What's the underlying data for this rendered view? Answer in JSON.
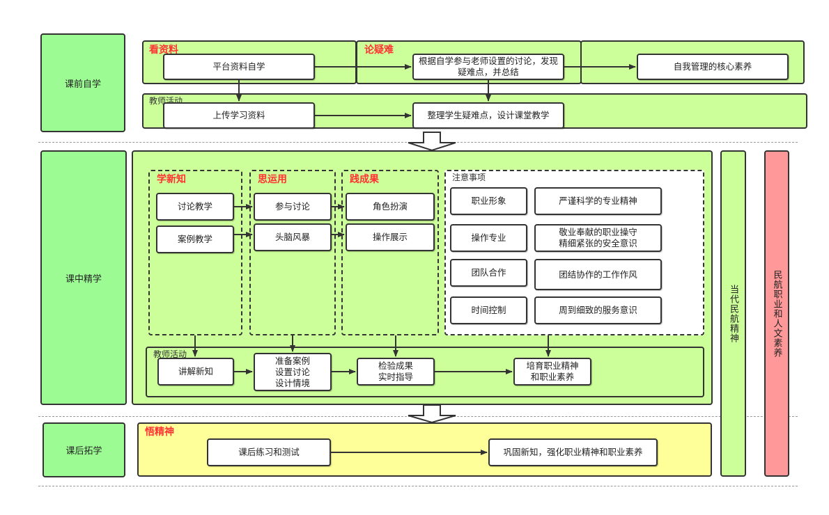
{
  "phases": {
    "pre": "课前自学",
    "in": "课中精学",
    "post": "课后拓学"
  },
  "pre_class": {
    "section_look": {
      "title": "看资料",
      "box": "平台资料自学"
    },
    "section_discuss": {
      "title": "论疑难",
      "box": "根据自学参与老师设置的讨论，发现疑难点，并总结"
    },
    "section_goal": {
      "box": "自我管理的核心素养"
    },
    "teacher": {
      "label": "教师活动",
      "upload": "上传学习资料",
      "design": "整理学生疑难点，设计课堂教学"
    }
  },
  "in_class": {
    "learn": {
      "title": "学新知",
      "items": [
        "讨论教学",
        "案例教学"
      ]
    },
    "apply": {
      "title": "思运用",
      "items": [
        "参与讨论",
        "头脑风暴"
      ]
    },
    "practice": {
      "title": "践成果",
      "items": [
        "角色扮演",
        "操作展示"
      ]
    },
    "notes": {
      "title": "注意事项",
      "rows": [
        {
          "item": "职业形象",
          "quality": "严谨科学的专业精神"
        },
        {
          "item": "操作专业",
          "quality": "敬业奉献的职业操守\n精细紧张的安全意识"
        },
        {
          "item": "团队合作",
          "quality": "团结协作的工作作风"
        },
        {
          "item": "时间控制",
          "quality": "周到细致的服务意识"
        }
      ]
    },
    "teacher": {
      "label": "教师活动",
      "steps": [
        "讲解新知",
        "准备案例\n设置讨论\n设计情境",
        "检验成果\n实时指导",
        "培育职业精神\n和职业素养"
      ]
    }
  },
  "post_class": {
    "title": "悟精神",
    "exercise": "课后练习和测试",
    "outcome": "巩固新知，强化职业精神和职业素养"
  },
  "side_bars": {
    "spirit": "当代民航精神",
    "literacy": "民航职业和人文素养"
  },
  "colors": {
    "phase_green": "#9cfc93",
    "lane_green": "#ccff99",
    "lane_yellow": "#ffff99",
    "side_red": "#ff9999",
    "title_red": "#ff3333"
  }
}
